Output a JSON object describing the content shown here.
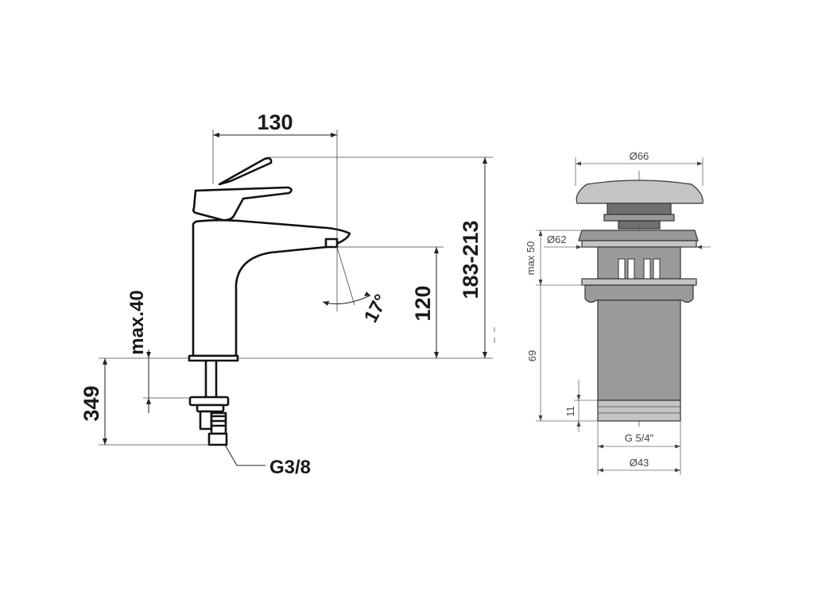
{
  "faucet": {
    "width": "130",
    "spout_height": "120",
    "total_height": "183-213",
    "max_thickness": "max.40",
    "hose_length": "349",
    "connection": "G3/8",
    "spray_angle": "17°"
  },
  "waste": {
    "cap_diameter": "Ø66",
    "flange_diameter": "Ø62",
    "max_thickness": "max 50",
    "body_height": "69",
    "thread_height": "11",
    "thread": "G 5/4\"",
    "body_diameter": "Ø43"
  },
  "colors": {
    "line": "#111111",
    "part_fill": "#9a9a9a"
  }
}
